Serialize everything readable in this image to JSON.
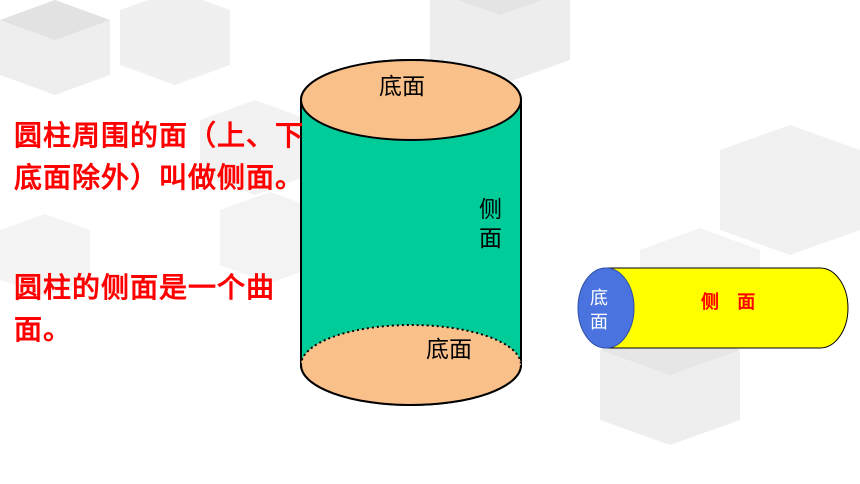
{
  "explanation": {
    "paragraph1": "圆柱周围的面（上、下底面除外）叫做侧面。",
    "paragraph2": "圆柱的侧面是一个曲面。"
  },
  "large_cylinder": {
    "top_label": "底面",
    "side_label": "侧面",
    "bottom_label": "底面",
    "colors": {
      "side": "#00cc99",
      "base": "#f9c08a"
    }
  },
  "small_cylinder": {
    "base_label": "底面",
    "side_label": "侧 面",
    "colors": {
      "side": "#ffff00",
      "base": "#4a73e0"
    }
  },
  "colors": {
    "text_accent": "#ff0000",
    "background_shapes": "#e6e6e6"
  }
}
